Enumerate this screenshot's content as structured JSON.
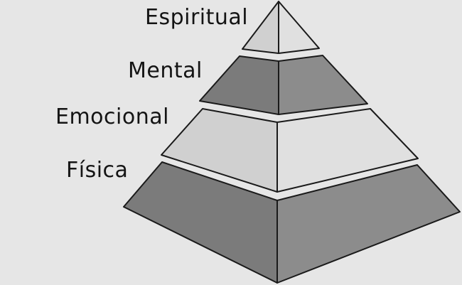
{
  "diagram": {
    "layers": [
      {
        "label": "Espiritual",
        "shade": "light"
      },
      {
        "label": "Mental",
        "shade": "dark"
      },
      {
        "label": "Emocional",
        "shade": "light"
      },
      {
        "label": "Física",
        "shade": "dark"
      }
    ],
    "colors": {
      "background": "#e6e6e6",
      "light_left": "#d0d0d0",
      "light_right": "#e0e0e0",
      "dark_left": "#7b7b7b",
      "dark_right": "#8c8c8c",
      "stroke": "#1a1a1a"
    }
  }
}
